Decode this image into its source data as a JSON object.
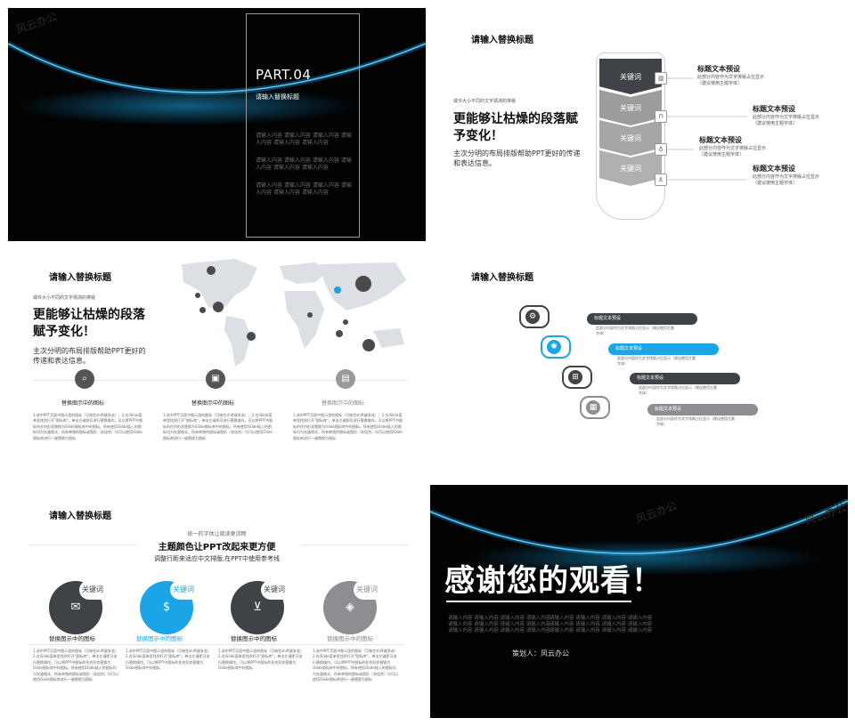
{
  "slide1": {
    "part": "PART.04",
    "subtitle": "请输入替换标题",
    "placeholder_lines": [
      "请输入内容 请输入内容 请输入内容 请输入内容 请输入内容 请输入内容",
      "请输入内容 请输入内容 请输入内容 请输入内容 请输入内容 请输入内容",
      "请输入内容 请输入内容 请输入内容 请输入内容 请输入内容 请输入内容"
    ]
  },
  "slide2": {
    "title": "请输入替换标题",
    "small_note": "或许大小不同的文字猜测的排版",
    "heading": "更能够让枯燥的段落赋予变化！",
    "body": "主次分明的布局排版帮助PPT更好的传递和表达信息。",
    "keyword": "关键词",
    "items": [
      {
        "title": "标题文本预设",
        "desc": "此部分内容作为文字排版占位显示（建议使用主题字体）",
        "icon": "chart-icon"
      },
      {
        "title": "标题文本预设",
        "desc": "此部分内容作为文字排版占位显示（建议使用主题字体）",
        "icon": "presentation-icon"
      },
      {
        "title": "标题文本预设",
        "desc": "此部分内容作为文字排版占位显示（建议使用主题字体）",
        "icon": "bike-icon"
      },
      {
        "title": "标题文本预设",
        "desc": "此部分内容作为文字排版占位显示（建议使用主题字体）",
        "icon": "anchor-icon"
      }
    ]
  },
  "slide3": {
    "title": "请输入替换标题",
    "small_note": "或许大小不同的文字猜测的排版",
    "heading": "更能够让枯燥的段落赋予变化！",
    "body": "主次分明的布局排版帮助PPT更好的传递和表达信息。",
    "columns": [
      {
        "head": "替换图示中的图标",
        "text": "1.选中PPT页面中图示里的图标（可按住shift键多选）；2.在iSlide菜单里找到打开\"图标库\"，单击左键即可进行替换操作。可以将PPT中图标的任何形状替换为iSlide图标库中的图标。所有使用iSlide插入的图标均为矢量格式，所有单独的图标或图形（非组合）均可以使用iSlide图标库进行一键替换为图标"
      },
      {
        "head": "替换图示中的图标",
        "text": "1.选中PPT页面中图示里的图标（可按住shift键多选）；2.在iSlide菜单里找到打开\"图标库\"，单击左键即可进行替换操作。可以将PPT中图标的任何形状替换为iSlide图标库中的图标。所有使用iSlide插入的图标均为矢量格式，所有单独的图标或图形（非组合）均可以使用iSlide图标库进行一键替换为图标"
      },
      {
        "head": "替换图示中的图标",
        "text": "1.选中PPT页面中图示里的图标（可按住shift键多选）；2.在iSlide菜单里找到打开\"图标库\"，单击左键即可进行替换操作。可以将PPT中图标的任何形状替换为iSlide图标库中的图标。所有使用iSlide插入的图标均为矢量格式，所有单独的图标或图形（非组合）均可以使用iSlide图标库进行一键替换为图标"
      }
    ]
  },
  "slide4": {
    "title": "请输入替换标题",
    "items": [
      {
        "title": "标题文本预设",
        "desc": "此部分内容作为文字排版占位显示（建议使用主题字体）",
        "color": "#3f4246"
      },
      {
        "title": "标题文本预设",
        "desc": "此部分内容作为文字排版占位显示（建议使用主题字体）",
        "color": "#1aa6e6"
      },
      {
        "title": "标题文本预设",
        "desc": "此部分内容作为文字排版占位显示（建议使用主题字体）",
        "color": "#3f4246"
      },
      {
        "title": "标题文本预设",
        "desc": "此部分内容作为文字排版占位显示（建议使用主题字体）",
        "color": "#8d8e92"
      }
    ]
  },
  "slide5": {
    "title": "请输入替换标题",
    "line1": "统一的字体让阅读更流畅",
    "line2": "主题颜色让PPT改起来更方便",
    "line3": "调整行距来适应中文排版,在PPT中使用参考线",
    "keyword": "关键词",
    "cards": [
      {
        "head": "替换图示中的图标",
        "color": "#3f4246",
        "icon": "mail-icon",
        "text": "1.选中PPT页面中图示里的图标（可按住shift键多选） 2.在iSlide菜单里找到打开\"图标库\"，单击左键即可进行替换操作。可以将PPT中图标的任何形状替换为iSlide图标库中的图标。所有使用iSlide插入的图标均为矢量格式，所有单独的图标或图形（非组合）均可以使用iSlide图标库进行一键替换为图标"
      },
      {
        "head": "替换图示中的图标",
        "color": "#1aa6e6",
        "icon": "money-bag-icon",
        "text": "1.选中PPT页面中图示里的图标（可按住shift键多选） 2.在iSlide菜单里找到打开\"图标库\"，单击左键即可进行替换操作。可以将PPT中图标的任何形状替换为iSlide图标库中的图标"
      },
      {
        "head": "替换图示中的图标",
        "color": "#3f4246",
        "icon": "cart-icon",
        "text": "1.选中PPT页面中图示里的图标（可按住shift键多选） 2.在iSlide菜单里找到打开\"图标库\"，单击左键即可进行替换操作。可以将PPT中图标的任何形状替换为iSlide图标库中的图标"
      },
      {
        "head": "替换图示中的图标",
        "color": "#8d8e92",
        "icon": "price-tag-icon",
        "text": "1.选中PPT页面中图示里的图标（可按住shift键多选） 2.在iSlide菜单里找到打开\"图标库\"，单击左键即可进行替换操作。可以将PPT中图标的任何形状替换为iSlide图标库中的图标。所有使用iSlide插入的图标均为矢量格式，所有单独的图标或图形（非组合）均可以使用iSlide图标库进行一键替换为图标"
      }
    ]
  },
  "slide6": {
    "thanks": "感谢您的观看！",
    "placeholder_left": "请输入内容 请输入内容 请输入内容 请输入内容 请输入内容 请输入内容 请输入内容 请输入内容 请输入内容 请输入内容 请输入内容 请输入内容",
    "placeholder_right": "请输入内容 请输入内容 请输入内容 请输入内容 请输入内容 请输入内容 请输入内容 请输入内容 请输入内容 请输入内容 请输入内容 请输入内容",
    "planner": "策划人：风云办公"
  },
  "watermark": "风云办公",
  "accent": "#1aa6e6"
}
